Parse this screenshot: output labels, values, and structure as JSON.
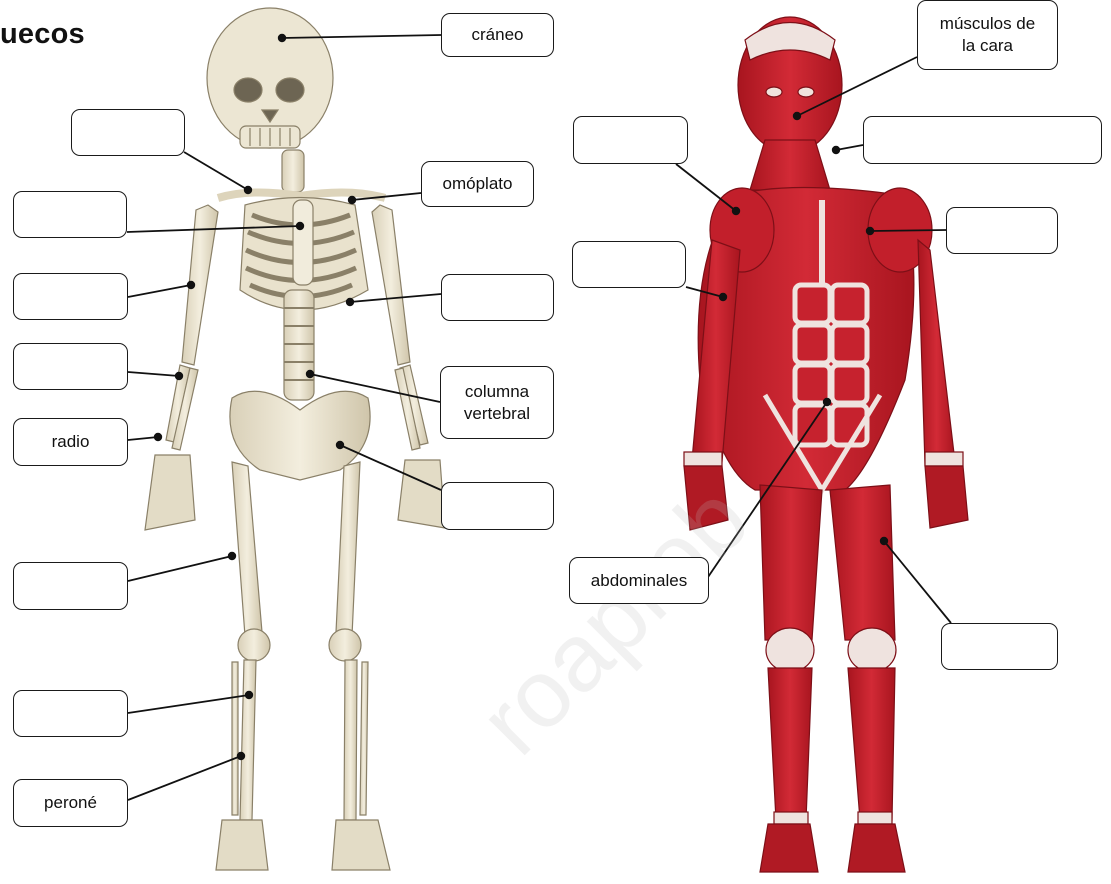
{
  "title": "uecos",
  "watermark": "roaprob",
  "labels": {
    "skeleton": {
      "craneo": "cráneo",
      "clavicula": "",
      "esternon": "",
      "omoplato": "omóplato",
      "humero": "",
      "costillas": "",
      "cubito": "",
      "columna": "columna\nvertebral",
      "radio": "radio",
      "pelvis": "",
      "femur": "",
      "tibia": "",
      "perone": "peroné"
    },
    "muscles": {
      "cara": "músculos de\nla cara",
      "cuello": "",
      "deltoides": "",
      "pectoral": "",
      "biceps": "",
      "abdominales": "abdominales",
      "cuadriceps": ""
    }
  },
  "colors": {
    "bone": "#ece6d3",
    "bone_shade": "#c9bfa4",
    "muscle": "#c8202d",
    "muscle_dark": "#8e1119",
    "tendon": "#efe3df",
    "line": "#111111"
  }
}
